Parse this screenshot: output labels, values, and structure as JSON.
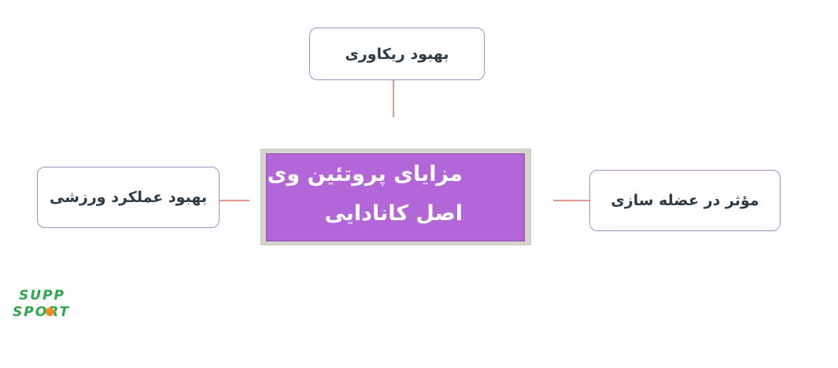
{
  "diagram": {
    "center": {
      "line1": "مزایای پروتئین وی",
      "line2": "اصل کانادایی"
    },
    "nodes": {
      "top": "بهبود ریکاوری",
      "left": "بهبود عملکرد ورزشی",
      "right": "مؤثر در عضله سازی"
    }
  },
  "logo": {
    "line1": "SUPP",
    "line2": "SPORT",
    "brand_color": "#2aa84a",
    "accent_color": "#f08a24"
  },
  "colors": {
    "center_fill": "#b266d8",
    "node_border": "#a98cc0",
    "connector": "#e49a8f",
    "node_text": "#2c3b45"
  }
}
